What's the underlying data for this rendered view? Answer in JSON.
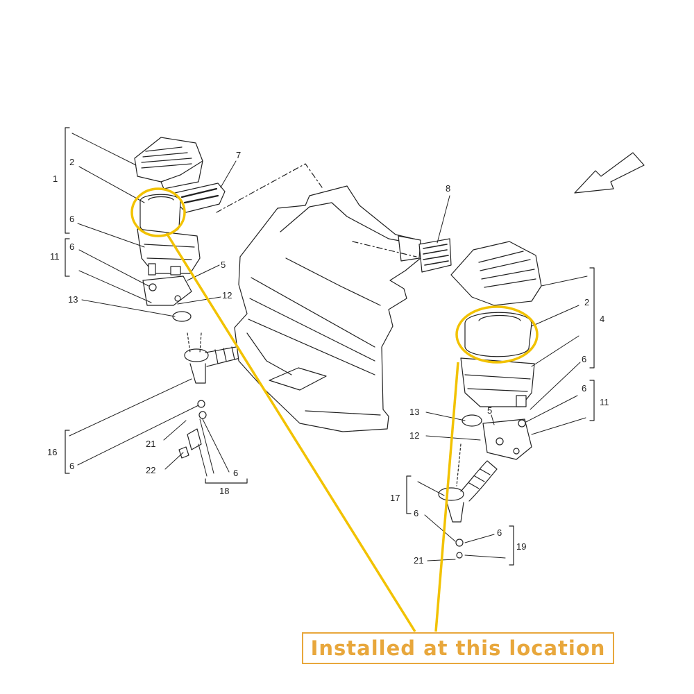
{
  "diagram": {
    "callout_text": "Installed at this location",
    "highlight_color": "#F2C200",
    "callout_color": "#E8A73C",
    "labels": {
      "l1": "1",
      "l2a": "2",
      "l6a": "6",
      "l6b": "6",
      "l11a": "11",
      "l13a": "13",
      "l12a": "12",
      "l5a": "5",
      "l7": "7",
      "l16": "16",
      "l6c": "6",
      "l21a": "21",
      "l22": "22",
      "l6d": "6",
      "l18": "18",
      "l8": "8",
      "l2b": "2",
      "l4": "4",
      "l6e": "6",
      "l6f": "6",
      "l11b": "11",
      "l13b": "13",
      "l5b": "5",
      "l12b": "12",
      "l17": "17",
      "l6g": "6",
      "l6h": "6",
      "l19": "19",
      "l21b": "21"
    }
  }
}
